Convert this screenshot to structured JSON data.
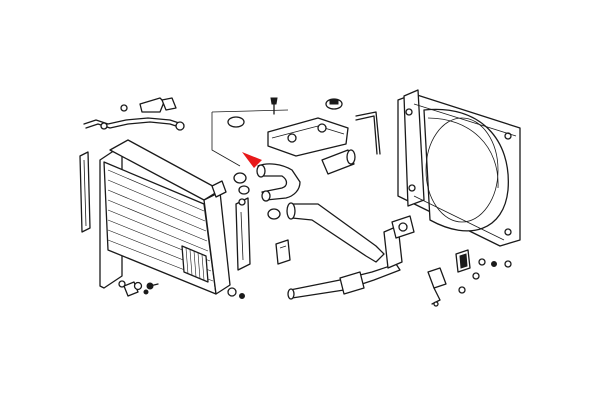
{
  "diagram": {
    "style": "exploded-view line drawing",
    "background": "#ffffff",
    "line_color": "#1a1a1a",
    "highlight_color": "#e8191a",
    "parts": [
      "radiator",
      "fan-shroud",
      "upper-radiator-hose",
      "lower-radiator-hose",
      "coolant-pipe",
      "expansion-tank-bracket",
      "hose-clamp",
      "drain-plug",
      "mounting-bracket",
      "bolt",
      "nut",
      "washer",
      "rubber-mount",
      "side-seal-strip",
      "temperature-sensor"
    ]
  }
}
